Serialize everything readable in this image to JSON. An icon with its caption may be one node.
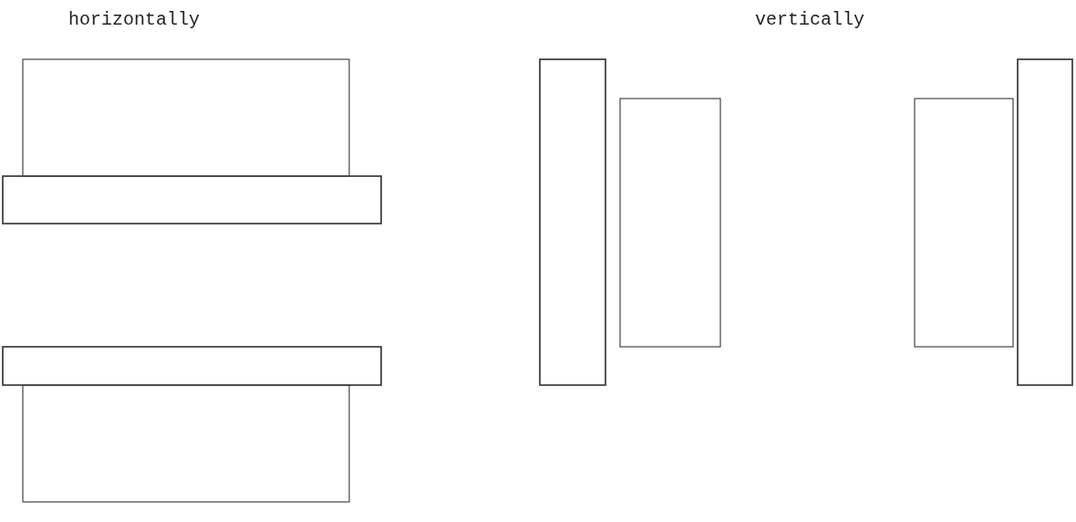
{
  "diagram": {
    "nodes": [
      {
        "text": [],
        "shape": "box"
      },
      {
        "text": [],
        "shape": "bar"
      },
      {
        "text": [],
        "shape": "bar"
      },
      {
        "text": [],
        "shape": "box"
      },
      {
        "text": [],
        "shape": "bar"
      },
      {
        "text": [],
        "shape": "box"
      },
      {
        "text": [],
        "shape": "box"
      },
      {
        "text": [],
        "shape": "bar"
      }
    ],
    "labels": [
      "horizontally",
      "vertically"
    ]
  }
}
